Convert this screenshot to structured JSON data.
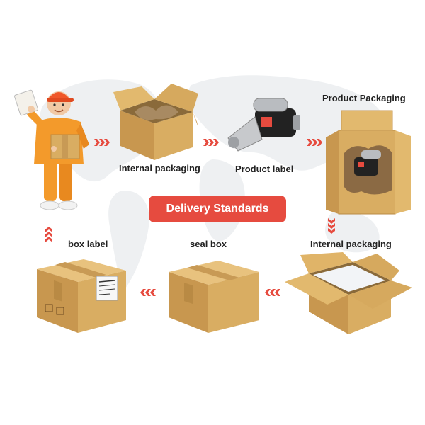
{
  "banner": {
    "title": "Delivery Standards"
  },
  "steps": {
    "internal_packaging_1": "Internal packaging",
    "product_label": "Product label",
    "product_packaging": "Product Packaging",
    "internal_packaging_2": "Internal packaging",
    "seal_box": "seal box",
    "box_label": "box label"
  },
  "colors": {
    "banner": "#e64b3f",
    "arrow": "#e64b3f",
    "cardboard": "#d9ad62",
    "cardboard_dark": "#b98a44",
    "tape": "#c89a55",
    "courier_uniform": "#f39a2b",
    "courier_cap": "#f0582a",
    "map": "#eef0f2"
  },
  "icons": {
    "courier": "courier-holding-box-icon",
    "open_box": "open-box-with-paper-icon",
    "starter_motor": "starter-motor-icon",
    "sealed_box": "sealed-box-icon",
    "foam_box": "open-box-with-foam-icon",
    "labeled_box": "labeled-box-icon",
    "arrow": "triple-chevron-arrow-icon"
  }
}
